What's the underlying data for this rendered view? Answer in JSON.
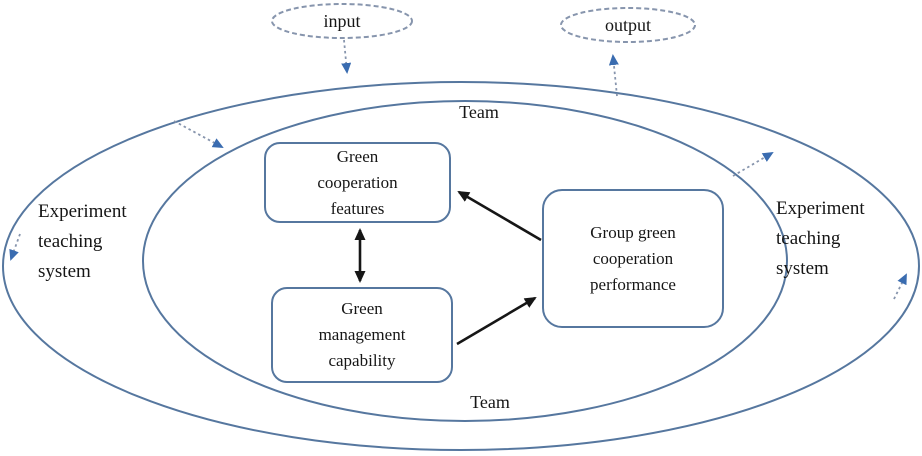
{
  "nodes": {
    "input": "input",
    "output": "output",
    "team_top": "Team",
    "team_bottom": "Team",
    "system_left": "Experiment\nteaching\nsystem",
    "system_right": "Experiment\nteaching\nsystem",
    "features": "Green\ncooperation\nfeatures",
    "management": "Green\nmanagement\ncapability",
    "performance": "Group green\ncooperation\nperformance"
  },
  "edges": [
    {
      "from": "input",
      "to": "outer-system-ellipse",
      "style": "dotted-blue-arrow"
    },
    {
      "from": "outer-system-ellipse",
      "to": "output",
      "style": "dotted-blue-arrow"
    },
    {
      "from": "outside-left",
      "to": "inner-team-ellipse",
      "style": "dotted-blue-arrow"
    },
    {
      "from": "inner-team-ellipse",
      "to": "outside-right",
      "style": "dotted-blue-arrow"
    },
    {
      "from": "outer-ellipse-left-flow",
      "to": "down",
      "style": "dotted-blue-arrow"
    },
    {
      "from": "outer-ellipse-right-flow",
      "to": "up",
      "style": "dotted-blue-arrow"
    },
    {
      "from": "performance",
      "to": "features",
      "style": "solid-black-arrow"
    },
    {
      "from": "management",
      "to": "performance",
      "style": "solid-black-arrow"
    },
    {
      "from": "features",
      "to": "management",
      "style": "solid-black-double-arrow"
    }
  ],
  "colors": {
    "ellipse_stroke": "#56779f",
    "dotted_stroke": "#8795ad",
    "blue_arrowhead": "#3a6cb0",
    "black_arrow": "#161616",
    "text": "#161616",
    "background": "#ffffff"
  }
}
